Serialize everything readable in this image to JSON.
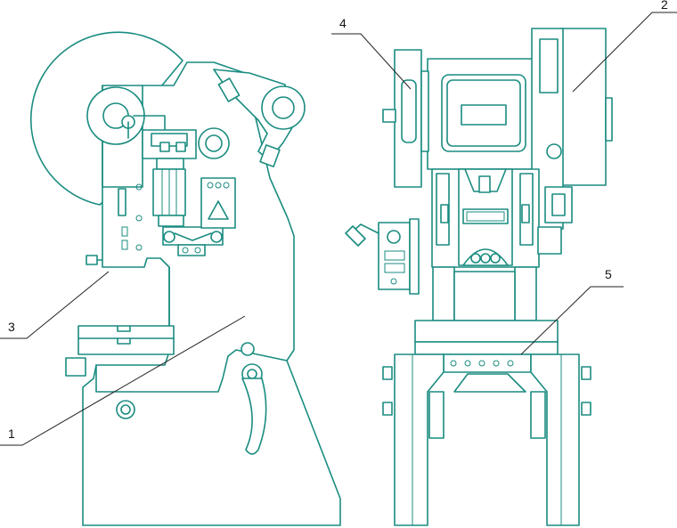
{
  "colors": {
    "line": "#1a8c80",
    "leader": "#222222",
    "background": "#ffffff"
  },
  "callouts": [
    {
      "id": "1",
      "label": "1"
    },
    {
      "id": "2",
      "label": "2"
    },
    {
      "id": "3",
      "label": "3"
    },
    {
      "id": "4",
      "label": "4"
    },
    {
      "id": "5",
      "label": "5"
    }
  ],
  "icons": {
    "warning": "warning-triangle-icon"
  }
}
